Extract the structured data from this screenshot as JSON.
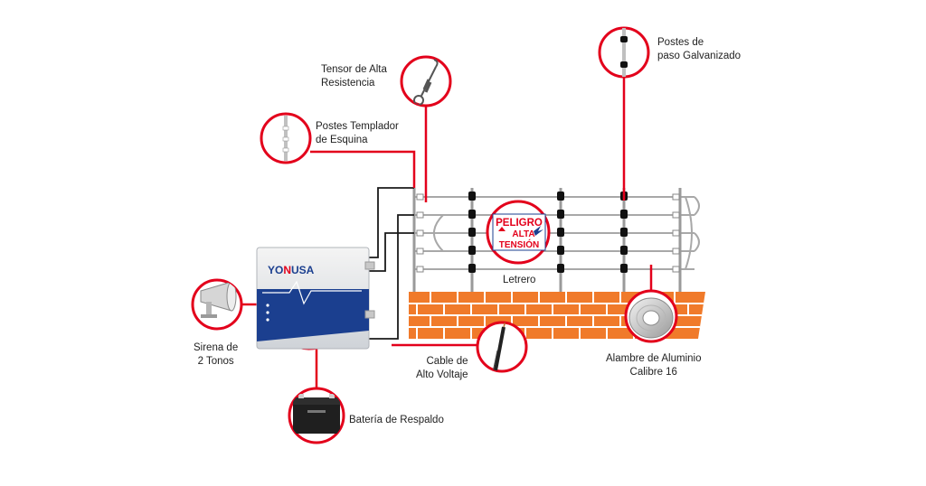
{
  "labels": {
    "tensor": [
      "Tensor de Alta",
      "Resistencia"
    ],
    "postes_templador": [
      "Postes Templador",
      "de Esquina"
    ],
    "postes_paso": [
      "Postes de",
      "paso Galvanizado"
    ],
    "sirena": [
      "Sirena de",
      "2 Tonos"
    ],
    "bateria": "Batería de Respaldo",
    "cable": [
      "Cable de",
      "Alto Voltaje"
    ],
    "alambre": [
      "Alambre de Aluminio",
      "Calibre 16"
    ],
    "letrero": "Letrero"
  },
  "sign": {
    "line1": "PELIGRO",
    "line2": "ALTA",
    "line3": "TENSIÓN"
  },
  "energizer": {
    "brand_left": "YO",
    "brand_mid": "N",
    "brand_right": "USA"
  },
  "colors": {
    "accent_red": "#e3001b",
    "brick": "#f07a2a",
    "mortar": "#ffffff",
    "wire": "#a8a8a8",
    "cable_black": "#1a1a1a",
    "energizer_blue": "#1b3f8f"
  },
  "icons": [
    "siren-horn",
    "backup-battery",
    "turnbuckle",
    "corner-post",
    "galvanized-post",
    "cable-roll",
    "wire-spool",
    "warning-sign",
    "energizer-box"
  ]
}
